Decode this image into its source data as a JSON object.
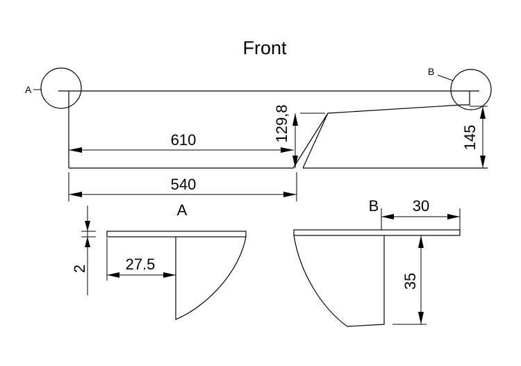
{
  "title": "Front",
  "detail_labels": {
    "front_a": "A",
    "front_b": "B",
    "detail_a": "A",
    "detail_b": "B"
  },
  "dimensions": {
    "d610": "610",
    "d540": "540",
    "d129_8": "129,8",
    "d145": "145",
    "d2": "2",
    "d27_5": "27.5",
    "d30": "30",
    "d35": "35"
  }
}
